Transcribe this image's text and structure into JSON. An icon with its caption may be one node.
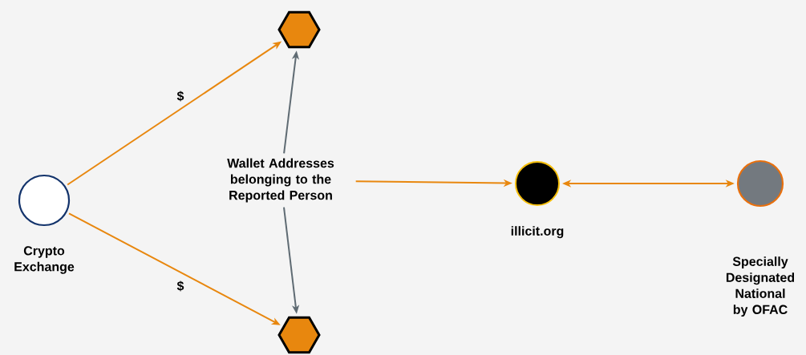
{
  "diagram": {
    "nodes": [
      {
        "text": [
          "Crypto Exchange"
        ]
      },
      {
        "text": [],
        "shape": "hexagon"
      },
      {
        "text": [
          "Wallet Addresses belonging to the Reported Person"
        ]
      },
      {
        "text": [],
        "shape": "hexagon"
      },
      {
        "text": [
          "illicit.org"
        ]
      },
      {
        "text": [
          "Specially Designated National by OFAC"
        ]
      }
    ],
    "edges": [
      {
        "from": 0,
        "to": 1,
        "arrow": "to",
        "label": "$"
      },
      {
        "from": 0,
        "to": 3,
        "arrow": "to",
        "label": "$"
      },
      {
        "from": 2,
        "to": 1,
        "arrow": "to",
        "color": "#5f6b73"
      },
      {
        "from": 2,
        "to": 3,
        "arrow": "to",
        "color": "#5f6b73"
      },
      {
        "from": 2,
        "to": 4,
        "arrow": "to"
      },
      {
        "from": 4,
        "to": 5,
        "arrow": "both"
      }
    ]
  }
}
